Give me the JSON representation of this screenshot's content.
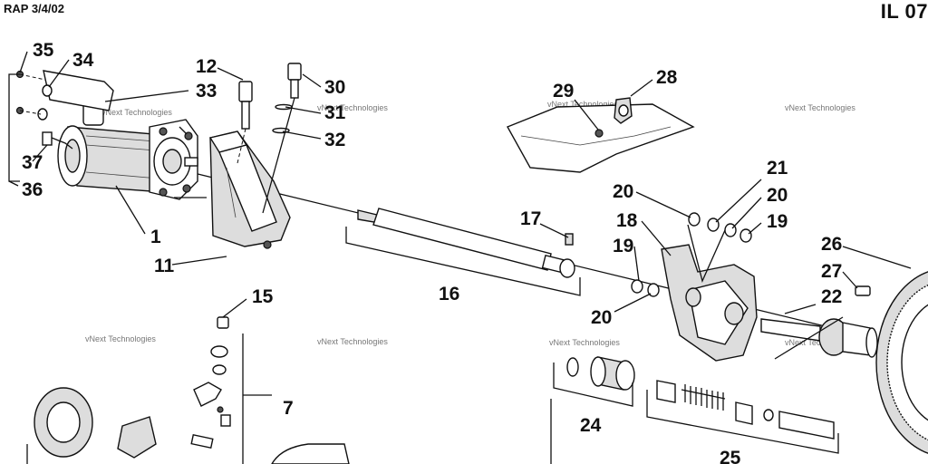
{
  "header": {
    "left": "RAP 3/4/02",
    "right": "IL 07"
  },
  "watermark": "vNext Technologies",
  "callouts": {
    "p1": "1",
    "p7": "7",
    "p11": "11",
    "p12": "12",
    "p15": "15",
    "p16": "16",
    "p17": "17",
    "p18": "18",
    "p19a": "19",
    "p19b": "19",
    "p20a": "20",
    "p20b": "20",
    "p20c": "20",
    "p21": "21",
    "p22": "22",
    "p24": "24",
    "p25": "25",
    "p26": "26",
    "p27": "27",
    "p28": "28",
    "p29": "29",
    "p30": "30",
    "p31": "31",
    "p32": "32",
    "p33": "33",
    "p34": "34",
    "p35": "35",
    "p36": "36",
    "p37": "37"
  }
}
